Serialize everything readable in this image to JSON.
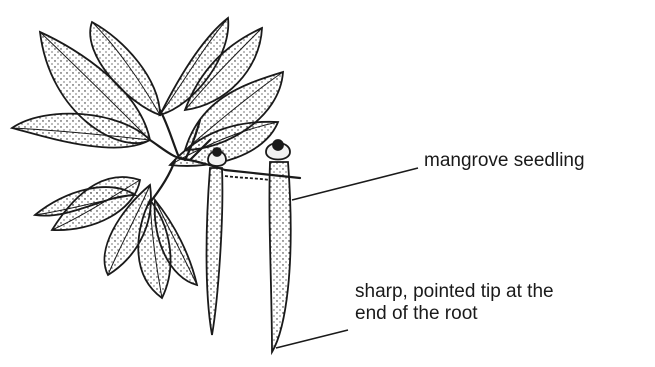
{
  "labels": {
    "seedling": "mangrove seedling",
    "tip_line1": "sharp, pointed tip at the",
    "tip_line2": "end of the root"
  },
  "colors": {
    "ink": "#1a1a1a",
    "background": "#ffffff"
  }
}
